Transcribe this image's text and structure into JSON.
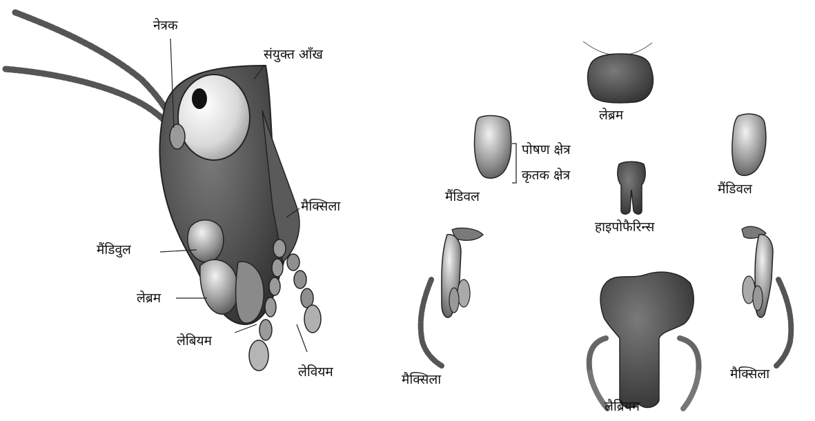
{
  "labels": {
    "ocellus": "नेत्रक",
    "compound_eye": "संयुक्त आँख",
    "maxilla_main": "मैक्सिला",
    "mandible_main": "मैंडिवुल",
    "labrum_main": "लेब्रम",
    "labium_main_left": "लेबियम",
    "labium_main_right": "लेवियम",
    "labrum_part": "लेब्रम",
    "grinding_region": "पोषण क्षेत्र",
    "cutting_region": "कृतक क्षेत्र",
    "mandible_left": "मैंडिवल",
    "mandible_right": "मैंडिवल",
    "hypopharynx": "हाइपोफैरिन्स",
    "maxilla_left": "मैक्सिला",
    "maxilla_right": "मैक्सिला",
    "labium_part": "लैब्रियम"
  },
  "colors": {
    "dark": "#3a3a3a",
    "mid": "#6e6e6e",
    "light": "#cfcfcf",
    "ink": "#111111"
  }
}
